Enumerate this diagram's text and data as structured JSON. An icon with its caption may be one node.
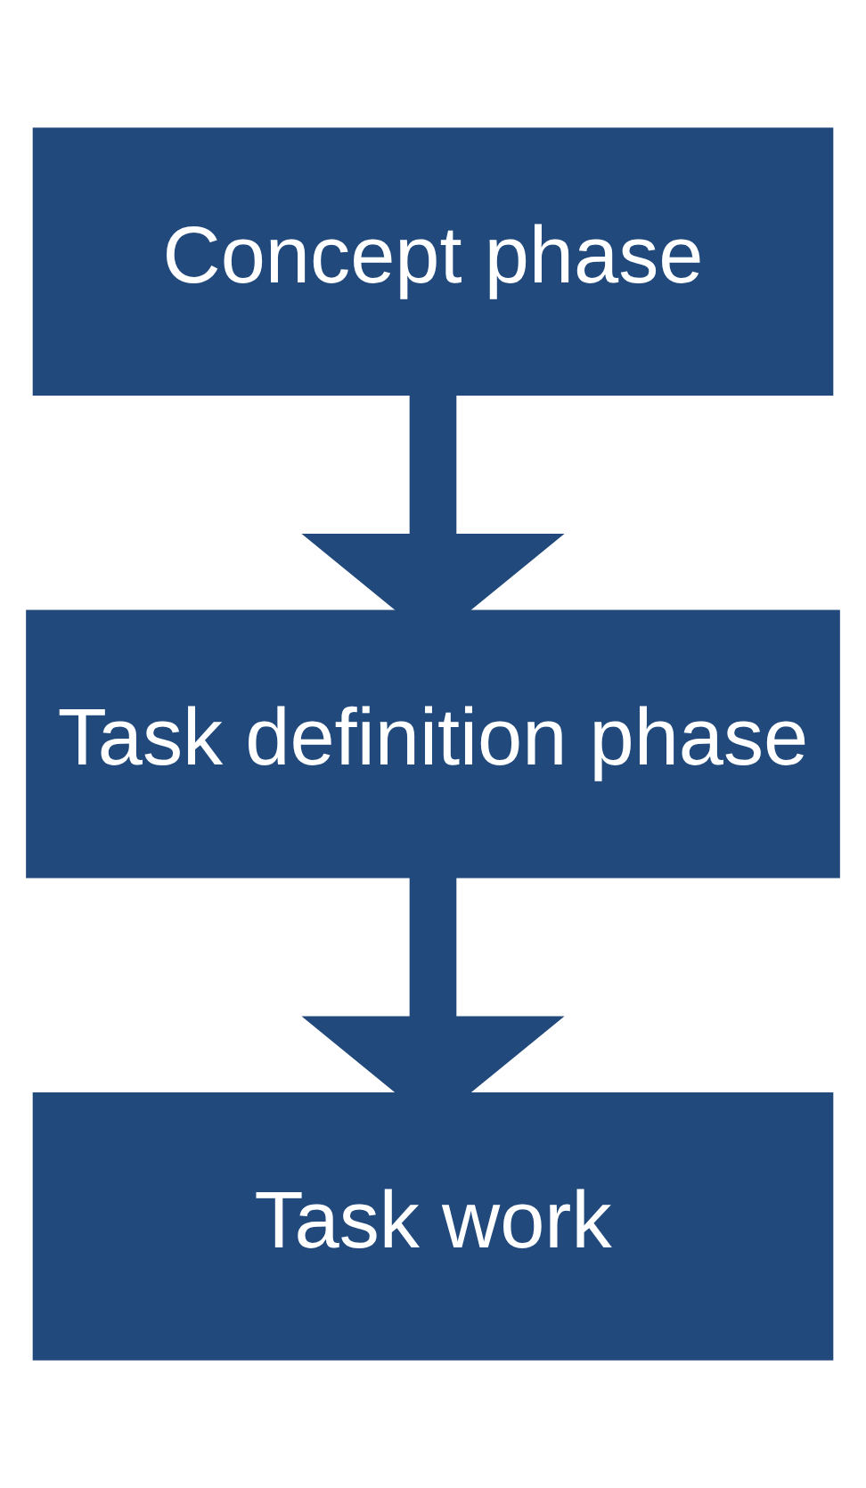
{
  "diagram": {
    "nodes": [
      {
        "text": [
          "Concept phase"
        ]
      },
      {
        "text": [
          "Task definition phase"
        ]
      },
      {
        "text": [
          "Task work"
        ]
      }
    ],
    "edges": [
      {
        "from": 0,
        "to": 1,
        "arrow": "to"
      },
      {
        "from": 1,
        "to": 2,
        "arrow": "to"
      }
    ]
  }
}
